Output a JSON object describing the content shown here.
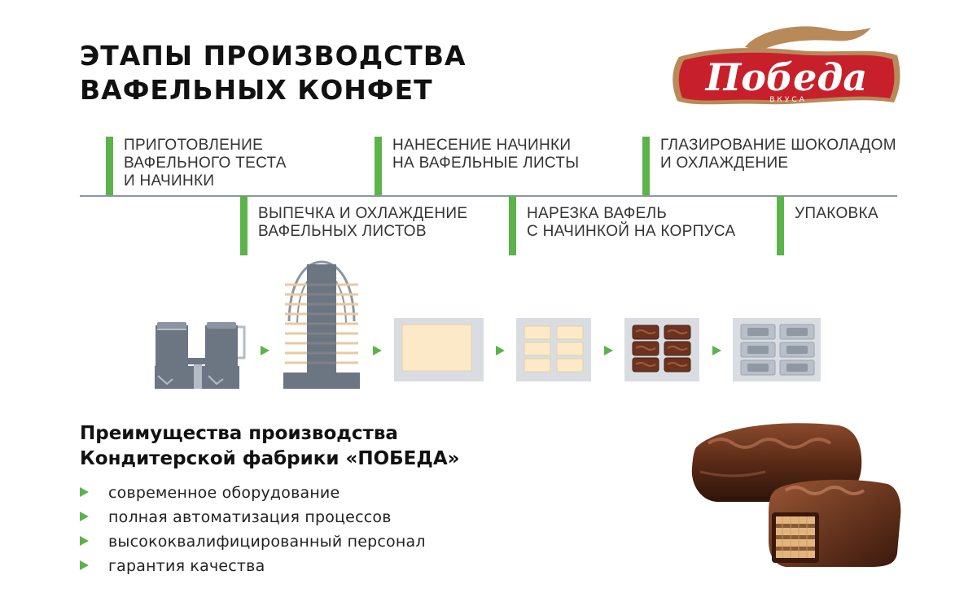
{
  "title": {
    "line1": "ЭТАПЫ ПРОИЗВОДСТВА",
    "line2": "ВАФЕЛЬНЫХ КОНФЕТ"
  },
  "logo": {
    "brand": "Победа",
    "tagline": "ВКУСА",
    "colors": {
      "red": "#c8202a",
      "gold": "#b88a5a"
    }
  },
  "stages": [
    {
      "lines": [
        "ПРИГОТОВЛЕНИЕ",
        "ВАФЕЛЬНОГО ТЕСТА",
        "И НАЧИНКИ"
      ]
    },
    {
      "lines": [
        "ВЫПЕЧКА И ОХЛАЖДЕНИЕ",
        "ВАФЕЛЬНЫХ ЛИСТОВ"
      ]
    },
    {
      "lines": [
        "НАНЕСЕНИЕ НАЧИНКИ",
        "НА ВАФЕЛЬНЫЕ ЛИСТЫ"
      ]
    },
    {
      "lines": [
        "НАРЕЗКА ВАФЕЛЬ",
        "С НАЧИНКОЙ НА КОРПУСА"
      ]
    },
    {
      "lines": [
        "ГЛАЗИРОВАНИЕ ШОКОЛАДОМ",
        "И ОХЛАЖДЕНИЕ"
      ]
    },
    {
      "lines": [
        "УПАКОВКА"
      ]
    }
  ],
  "advantages": {
    "title_line1": "Преимущества производства",
    "title_line2": "Кондитерской фабрики «ПОБЕДА»",
    "items": [
      "современное оборудование",
      "полная автоматизация процессов",
      "высококвалифицированный персонал",
      "гарантия качества"
    ]
  },
  "colors": {
    "accent_green": "#5cb34a",
    "equipment_gray": "#6c7683",
    "wafer_cream": "#fbe9c8",
    "chocolate": "#6b3320"
  },
  "icons": [
    "mixing-tanks-icon",
    "baking-oven-icon",
    "wafer-sheet-icon",
    "cut-wafers-icon",
    "glazed-candies-icon",
    "packaging-icon",
    "arrow-right-icon",
    "chocolate-candy-image"
  ]
}
